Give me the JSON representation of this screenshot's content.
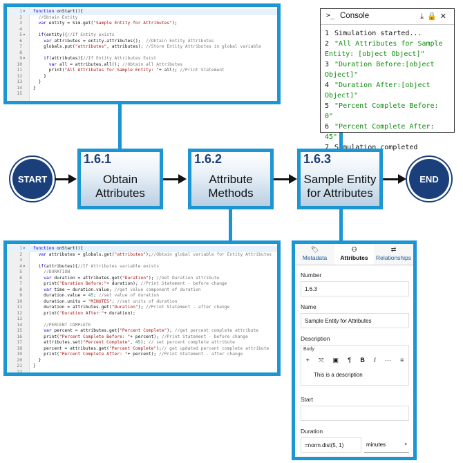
{
  "top_code": {
    "lines": [
      {
        "n": "1",
        "fold": "▾",
        "parts": [
          {
            "t": "function",
            "c": "kw"
          },
          {
            "t": " onStart(){",
            "c": ""
          }
        ]
      },
      {
        "n": "2",
        "fold": "",
        "parts": [
          {
            "t": "  //Obtain Entity",
            "c": "cm"
          }
        ]
      },
      {
        "n": "3",
        "fold": "",
        "parts": [
          {
            "t": "  var",
            "c": "kw"
          },
          {
            "t": " entity = Sim.get(",
            "c": ""
          },
          {
            "t": "\"Sample Entity for Attributes\"",
            "c": "str"
          },
          {
            "t": ");",
            "c": ""
          }
        ]
      },
      {
        "n": "4",
        "fold": "",
        "parts": []
      },
      {
        "n": "5",
        "fold": "▾",
        "parts": [
          {
            "t": "  if",
            "c": "kw"
          },
          {
            "t": "(entity){",
            "c": ""
          },
          {
            "t": "//If Entity exists",
            "c": "cm"
          }
        ]
      },
      {
        "n": "6",
        "fold": "",
        "parts": [
          {
            "t": "    var",
            "c": "kw"
          },
          {
            "t": " attributes = entity.attributes();  ",
            "c": ""
          },
          {
            "t": "//Obtain Entity Attributes",
            "c": "cm"
          }
        ]
      },
      {
        "n": "7",
        "fold": "",
        "parts": [
          {
            "t": "    globals.put(",
            "c": ""
          },
          {
            "t": "\"attributes\"",
            "c": "str"
          },
          {
            "t": ", attributes); ",
            "c": ""
          },
          {
            "t": "//Store Entity Attributes in global variable",
            "c": "cm"
          }
        ]
      },
      {
        "n": "8",
        "fold": "",
        "parts": []
      },
      {
        "n": "9",
        "fold": "▾",
        "parts": [
          {
            "t": "    if",
            "c": "kw"
          },
          {
            "t": "(attributes){",
            "c": ""
          },
          {
            "t": "//If Entity Attributes Exist",
            "c": "cm"
          }
        ]
      },
      {
        "n": "10",
        "fold": "",
        "parts": [
          {
            "t": "      var",
            "c": "kw"
          },
          {
            "t": " all = attributes.all(); ",
            "c": ""
          },
          {
            "t": "//Obtain all Attributes",
            "c": "cm"
          }
        ]
      },
      {
        "n": "11",
        "fold": "",
        "parts": [
          {
            "t": "      print(",
            "c": ""
          },
          {
            "t": "\"All Attributes for Sample Entity: \"",
            "c": "str"
          },
          {
            "t": "+ all); ",
            "c": ""
          },
          {
            "t": "//Print Statement",
            "c": "cm"
          }
        ]
      },
      {
        "n": "12",
        "fold": "",
        "parts": [
          {
            "t": "    }",
            "c": ""
          }
        ]
      },
      {
        "n": "13",
        "fold": "",
        "parts": [
          {
            "t": "  }",
            "c": ""
          }
        ]
      },
      {
        "n": "14",
        "fold": "",
        "parts": [
          {
            "t": "}",
            "c": ""
          }
        ]
      },
      {
        "n": "15",
        "fold": "",
        "parts": []
      }
    ]
  },
  "bottom_code": {
    "lines": [
      {
        "n": "1",
        "fold": "▾",
        "parts": [
          {
            "t": "function",
            "c": "kw"
          },
          {
            "t": " onStart(){",
            "c": ""
          }
        ]
      },
      {
        "n": "2",
        "fold": "",
        "parts": [
          {
            "t": "  var",
            "c": "kw"
          },
          {
            "t": " attributes = globals.get(",
            "c": ""
          },
          {
            "t": "\"attributes\"",
            "c": "str"
          },
          {
            "t": ");",
            "c": ""
          },
          {
            "t": "//Obtain global variable for Entity Attributes",
            "c": "cm"
          }
        ]
      },
      {
        "n": "3",
        "fold": "",
        "parts": []
      },
      {
        "n": "4",
        "fold": "▾",
        "parts": [
          {
            "t": "  if",
            "c": "kw"
          },
          {
            "t": "(attributes){",
            "c": ""
          },
          {
            "t": "//If Attributes variable exists",
            "c": "cm"
          }
        ]
      },
      {
        "n": "5",
        "fold": "",
        "parts": [
          {
            "t": "    //DURATION",
            "c": "cm"
          }
        ]
      },
      {
        "n": "6",
        "fold": "",
        "parts": [
          {
            "t": "    var",
            "c": "kw"
          },
          {
            "t": " duration = attributes.get(",
            "c": ""
          },
          {
            "t": "\"Duration\"",
            "c": "str"
          },
          {
            "t": "); ",
            "c": ""
          },
          {
            "t": "//Get Duration attribute",
            "c": "cm"
          }
        ]
      },
      {
        "n": "7",
        "fold": "",
        "parts": [
          {
            "t": "    print(",
            "c": ""
          },
          {
            "t": "\"Duration Before:\"",
            "c": "str"
          },
          {
            "t": "+ duration); ",
            "c": ""
          },
          {
            "t": "//Print Statement - before change",
            "c": "cm"
          }
        ]
      },
      {
        "n": "8",
        "fold": "",
        "parts": [
          {
            "t": "    var",
            "c": "kw"
          },
          {
            "t": " time = duration.value; ",
            "c": ""
          },
          {
            "t": "//get value component of duration",
            "c": "cm"
          }
        ]
      },
      {
        "n": "9",
        "fold": "",
        "parts": [
          {
            "t": "    duration.value = ",
            "c": ""
          },
          {
            "t": "45",
            "c": "num"
          },
          {
            "t": "; ",
            "c": ""
          },
          {
            "t": "//set value of duration",
            "c": "cm"
          }
        ]
      },
      {
        "n": "10",
        "fold": "",
        "parts": [
          {
            "t": "    duration.units = ",
            "c": ""
          },
          {
            "t": "\"MINUTES\"",
            "c": "str"
          },
          {
            "t": "; ",
            "c": ""
          },
          {
            "t": "//set units of duration",
            "c": "cm"
          }
        ]
      },
      {
        "n": "11",
        "fold": "",
        "parts": [
          {
            "t": "    duration = attributes.get(",
            "c": ""
          },
          {
            "t": "\"Duration\"",
            "c": "str"
          },
          {
            "t": "); ",
            "c": ""
          },
          {
            "t": "//Print Statement - after change",
            "c": "cm"
          }
        ]
      },
      {
        "n": "12",
        "fold": "",
        "parts": [
          {
            "t": "    print(",
            "c": ""
          },
          {
            "t": "\"Duration After:\"",
            "c": "str"
          },
          {
            "t": "+ duration);",
            "c": ""
          }
        ]
      },
      {
        "n": "13",
        "fold": "",
        "parts": []
      },
      {
        "n": "14",
        "fold": "",
        "parts": [
          {
            "t": "    //PERCENT COMPLETE",
            "c": "cm"
          }
        ]
      },
      {
        "n": "15",
        "fold": "",
        "parts": [
          {
            "t": "    var",
            "c": "kw"
          },
          {
            "t": " percent = attributes.get(",
            "c": ""
          },
          {
            "t": "\"Percent Complete\"",
            "c": "str"
          },
          {
            "t": "); ",
            "c": ""
          },
          {
            "t": "//get percent complete attribute",
            "c": "cm"
          }
        ]
      },
      {
        "n": "16",
        "fold": "",
        "parts": [
          {
            "t": "    print(",
            "c": ""
          },
          {
            "t": "\"Percent Complete Before: \"",
            "c": "str"
          },
          {
            "t": "+ percent); ",
            "c": ""
          },
          {
            "t": "//Print Statement - before change",
            "c": "cm"
          }
        ]
      },
      {
        "n": "17",
        "fold": "",
        "parts": [
          {
            "t": "    attributes.set(",
            "c": ""
          },
          {
            "t": "\"Percent Complete\"",
            "c": "str"
          },
          {
            "t": ", ",
            "c": ""
          },
          {
            "t": "45",
            "c": "num"
          },
          {
            "t": "); ",
            "c": ""
          },
          {
            "t": "// set percent complete attribute",
            "c": "cm"
          }
        ]
      },
      {
        "n": "18",
        "fold": "",
        "parts": [
          {
            "t": "    percent = attributes.get(",
            "c": ""
          },
          {
            "t": "\"Percent Complete\"",
            "c": "str"
          },
          {
            "t": ");",
            "c": ""
          },
          {
            "t": "// get updated percent complete attribute",
            "c": "cm"
          }
        ]
      },
      {
        "n": "19",
        "fold": "",
        "parts": [
          {
            "t": "    print(",
            "c": ""
          },
          {
            "t": "\"Percent Complete After: \"",
            "c": "str"
          },
          {
            "t": "+ percent); ",
            "c": ""
          },
          {
            "t": "//Print Statement - after change",
            "c": "cm"
          }
        ]
      },
      {
        "n": "20",
        "fold": "",
        "parts": [
          {
            "t": "  }",
            "c": ""
          }
        ]
      },
      {
        "n": "21",
        "fold": "",
        "parts": [
          {
            "t": "}",
            "c": ""
          }
        ]
      },
      {
        "n": "22",
        "fold": "",
        "parts": []
      }
    ]
  },
  "console": {
    "title": "Console",
    "prompt_icon": "terminal-icon",
    "tools": "⤓ 🔒 ✕",
    "lines": [
      {
        "n": "1",
        "text": "Simulation started...",
        "kind": "txt"
      },
      {
        "n": "2",
        "text": "\"All Attributes for Sample Entity: [object Object]\"",
        "kind": "str"
      },
      {
        "n": "3",
        "text": "\"Duration Before:[object Object]\"",
        "kind": "str"
      },
      {
        "n": "4",
        "text": "\"Duration After:[object Object]\"",
        "kind": "str"
      },
      {
        "n": "5",
        "text": "\"Percent Complete Before: 0\"",
        "kind": "str"
      },
      {
        "n": "6",
        "text": "\"Percent Complete After: 45\"",
        "kind": "str"
      },
      {
        "n": "7",
        "text": "Simulation completed",
        "kind": "txt"
      }
    ]
  },
  "flow": {
    "start": "START",
    "end": "END",
    "steps": [
      {
        "num": "1.6.1",
        "title_1": "Obtain",
        "title_2": "Attributes"
      },
      {
        "num": "1.6.2",
        "title_1": "Attribute",
        "title_2": "Methods"
      },
      {
        "num": "1.6.3",
        "title_1": "Sample Entity",
        "title_2": "for Attributes"
      }
    ]
  },
  "properties": {
    "tabs": [
      {
        "label": "Metadata",
        "icon": "tag-icon",
        "glyph": "🏷"
      },
      {
        "label": "Attributes",
        "icon": "attributes-icon",
        "glyph": "⚇"
      },
      {
        "label": "Relationships",
        "icon": "arrows-icon",
        "glyph": "⇄"
      }
    ],
    "number_label": "Number",
    "number_value": "1.6.3",
    "name_label": "Name",
    "name_value": "Sample Entity for Attributes",
    "description_label": "Description",
    "body_label": "Body",
    "description_value": "This is a description",
    "start_label": "Start",
    "start_value": "",
    "duration_label": "Duration",
    "duration_value": "=norm.dist(5, 1)",
    "duration_units": "minutes"
  }
}
